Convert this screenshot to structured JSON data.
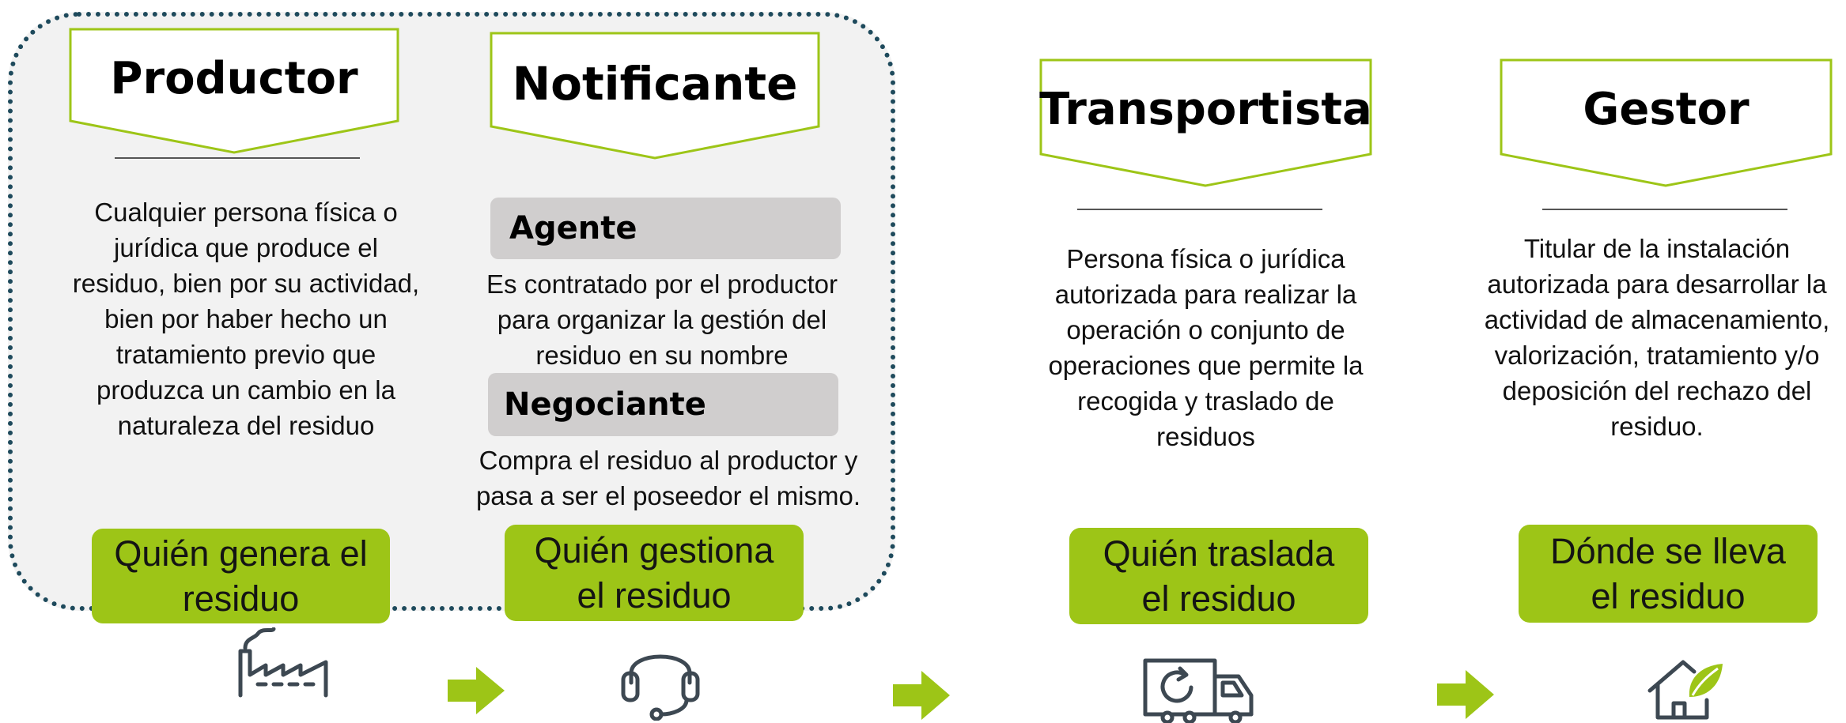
{
  "roles": [
    {
      "title": "Productor",
      "description": "Cualquier persona física o jurídica que produce el residuo, bien por su actividad, bien por haber hecho un tratamiento previo que produzca un cambio en la naturaleza del residuo",
      "pill": "Quién genera el residuo",
      "icon": "factory-icon"
    },
    {
      "title": "Notificante",
      "subroles": [
        {
          "title": "Agente",
          "description": "Es contratado por el productor para organizar la gestión del residuo en su nombre"
        },
        {
          "title": "Negociante",
          "description": "Compra el residuo al productor y pasa a ser el poseedor el mismo."
        }
      ],
      "pill": "Quién gestiona el residuo",
      "icon": "headset-icon"
    },
    {
      "title": "Transportista",
      "description": "Persona física o jurídica autorizada para realizar la operación o conjunto de operaciones que permite la recogida y traslado de residuos",
      "pill": "Quién traslada el residuo",
      "icon": "recycling-truck-icon"
    },
    {
      "title": "Gestor",
      "description": "Titular de la instalación autorizada para desarrollar la actividad de almacenamiento, valorización, tratamiento y/o deposición del rechazo del residuo.",
      "pill": "Dónde se lleva el residuo",
      "icon": "eco-house-icon"
    }
  ],
  "arrows": [
    "arrow-right-icon",
    "arrow-right-icon",
    "arrow-right-icon"
  ],
  "colors": {
    "accent_green": "#9dc517",
    "header_outline": "#9dc517",
    "group_border": "#1e4a5c",
    "group_background": "#f2f2f2",
    "subhead_background": "#d0cece",
    "icon_gray": "#3d4852"
  }
}
